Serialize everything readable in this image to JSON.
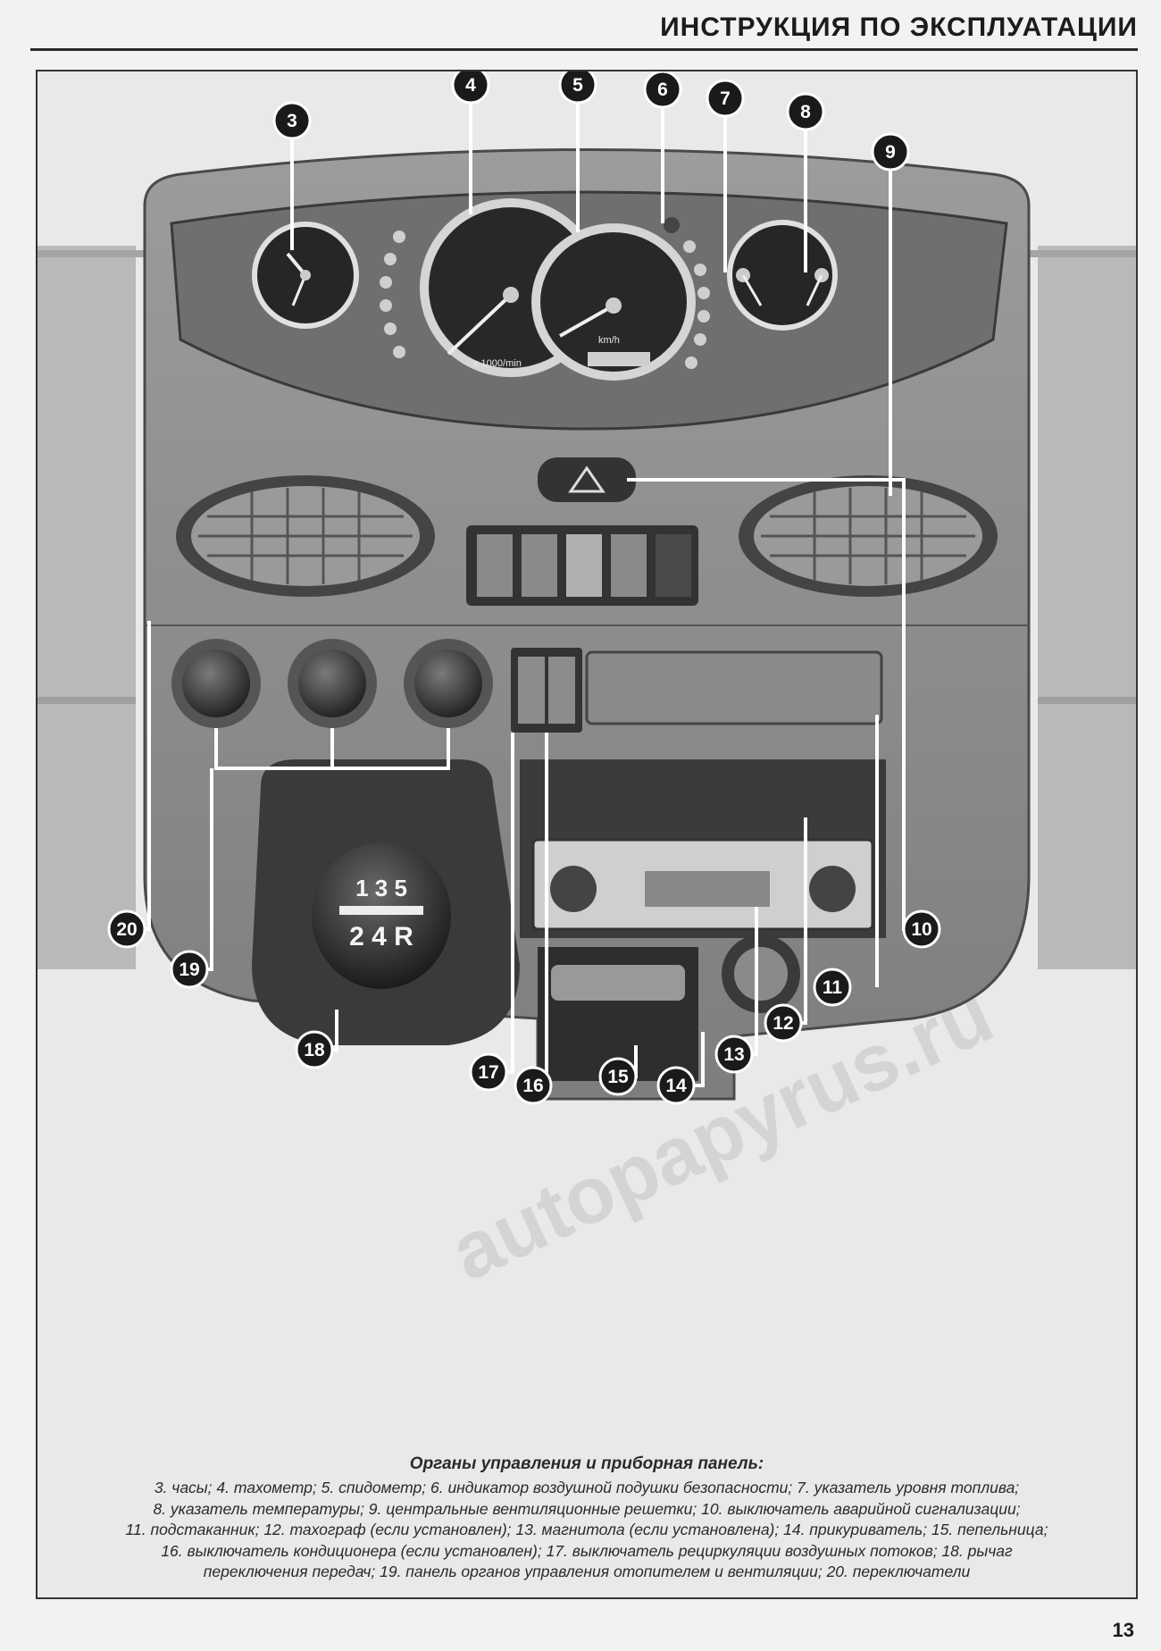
{
  "header": {
    "title": "ИНСТРУКЦИЯ ПО ЭКСПЛУАТАЦИИ"
  },
  "figure": {
    "callouts": [
      "3",
      "4",
      "5",
      "6",
      "7",
      "8",
      "9",
      "10",
      "11",
      "12",
      "13",
      "14",
      "15",
      "16",
      "17",
      "18",
      "19",
      "20"
    ],
    "gearshift": {
      "top_row": "1 3 5",
      "bottom_row": "2 4 R"
    },
    "speedometer_unit": "km/h",
    "tachometer_unit": "x 1000/min",
    "watermark": "autopapyrus.ru"
  },
  "caption": {
    "title": "Органы управления и приборная панель:",
    "lines": [
      "3. часы; 4. тахометр; 5. спидометр; 6. индикатор воздушной подушки безопасности; 7. указатель уровня топлива;",
      "8. указатель температуры; 9. центральные вентиляционные решетки; 10. выключатель аварийной сигнализации;",
      "11. подстаканник; 12. тахограф (если установлен); 13. магнитола (если установлена); 14. прикуриватель; 15. пепельница;",
      "16. выключатель кондиционера (если установлен); 17. выключатель рециркуляции воздушных потоков; 18. рычаг",
      "переключения передач; 19. панель органов управления отопителем и вентиляции; 20. переключатели"
    ]
  },
  "page_number": "13",
  "colors": {
    "panel": "#8e8e8e",
    "panel_dark": "#5a5a5a",
    "gauge_face": "#2b2b2b",
    "callout": "#1a1a1a"
  }
}
